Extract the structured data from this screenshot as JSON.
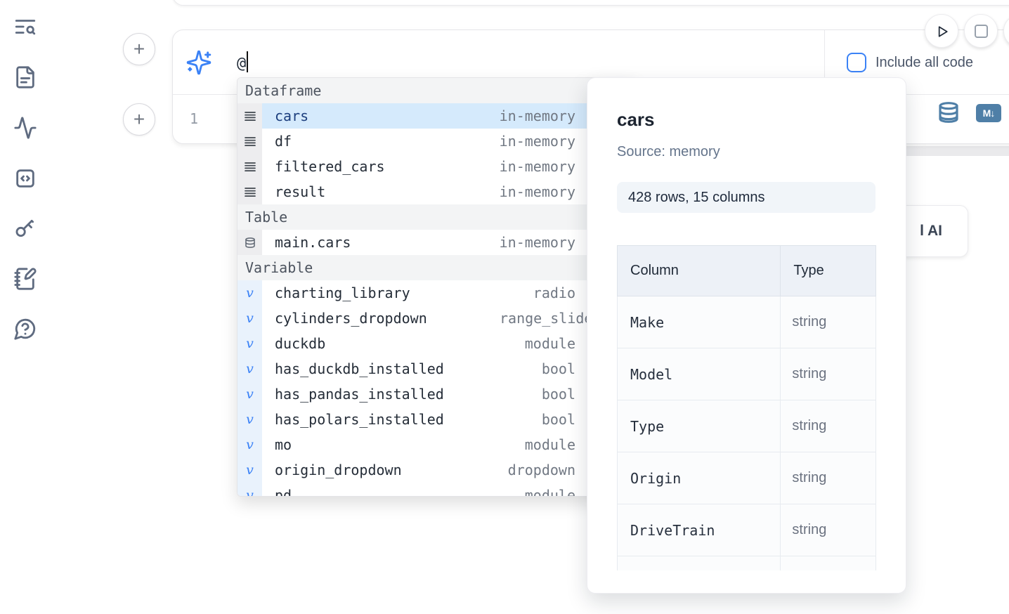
{
  "sidebar": {
    "icons": [
      "text-search-icon",
      "file-text-icon",
      "activity-icon",
      "code-box-icon",
      "key-icon",
      "notebook-pen-icon",
      "help-bubble-icon"
    ]
  },
  "prompt": {
    "value": "@"
  },
  "toolbar": {
    "include_all_code_label": "Include all code"
  },
  "editor": {
    "line_number": "1",
    "markdown_badge": "M↓"
  },
  "autocomplete": {
    "sections": [
      {
        "label": "Dataframe",
        "kind": "dataframe",
        "icon": "rows-icon",
        "items": [
          {
            "name": "cars",
            "type": "in-memory",
            "selected": true
          },
          {
            "name": "df",
            "type": "in-memory"
          },
          {
            "name": "filtered_cars",
            "type": "in-memory"
          },
          {
            "name": "result",
            "type": "in-memory"
          }
        ]
      },
      {
        "label": "Table",
        "kind": "table",
        "icon": "database-icon",
        "items": [
          {
            "name": "main.cars",
            "type": "in-memory"
          }
        ]
      },
      {
        "label": "Variable",
        "kind": "variable",
        "icon": "variable-icon",
        "items": [
          {
            "name": "charting_library",
            "type": "radio"
          },
          {
            "name": "cylinders_dropdown",
            "type": "range_slider",
            "overflow": true
          },
          {
            "name": "duckdb",
            "type": "module"
          },
          {
            "name": "has_duckdb_installed",
            "type": "bool"
          },
          {
            "name": "has_pandas_installed",
            "type": "bool"
          },
          {
            "name": "has_polars_installed",
            "type": "bool"
          },
          {
            "name": "mo",
            "type": "module"
          },
          {
            "name": "origin_dropdown",
            "type": "dropdown"
          },
          {
            "name": "pd",
            "type": "module",
            "partial": true
          }
        ]
      }
    ]
  },
  "preview": {
    "title": "cars",
    "source": "Source: memory",
    "shape_badge": "428 rows, 15 columns",
    "table": {
      "headers": [
        "Column",
        "Type"
      ],
      "rows": [
        [
          "Make",
          "string"
        ],
        [
          "Model",
          "string"
        ],
        [
          "Type",
          "string"
        ],
        [
          "Origin",
          "string"
        ],
        [
          "DriveTrain",
          "string"
        ]
      ],
      "has_clipped_row": true
    }
  },
  "ai_button": {
    "label": "l AI"
  },
  "colors": {
    "accent": "#3b82f6",
    "steel_icon": "#4f7fa7",
    "selected_row_bg": "#d5eafc",
    "selected_row_text": "#1d3f7e",
    "section_header_bg": "#f3f4f5",
    "type_text": "#717883",
    "sidebar_icon": "#5f6b80"
  }
}
